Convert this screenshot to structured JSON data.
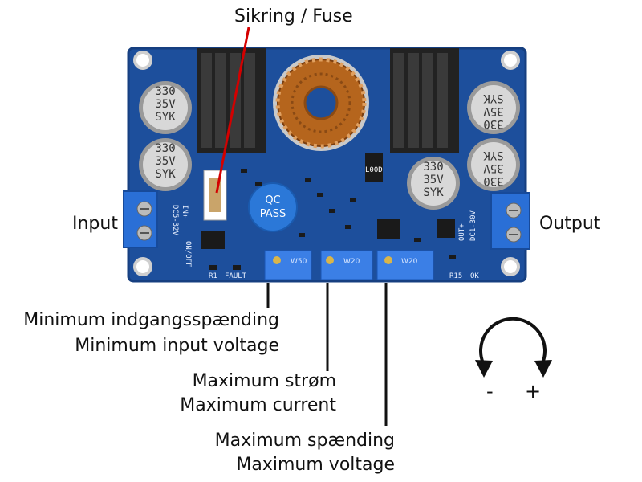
{
  "labels": {
    "fuse": "Sikring / Fuse",
    "input": "Input",
    "output": "Output",
    "min_input_voltage_da": "Minimum indgangsspænding",
    "min_input_voltage_en": "Minimum input voltage",
    "max_current_da": "Maximum strøm",
    "max_current_en": "Maximum current",
    "max_voltage_da": "Maximum spænding",
    "max_voltage_en": "Maximum voltage",
    "minus": "-",
    "plus": "+"
  },
  "board": {
    "capacitor_text": [
      "330",
      "35V",
      "SYK"
    ],
    "qc_sticker": [
      "QC",
      "PASS"
    ],
    "silkscreen": {
      "in_label": "IN+",
      "in_range": "DC5-32V",
      "out_label": "OUT+",
      "out_range": "DC1-30V",
      "fault": "FAULT",
      "ok": "OK",
      "onoff": "ON/OFF",
      "r1": "R1",
      "r15": "R15",
      "l00d": "L00D"
    },
    "pot_labels": [
      "W50",
      "W20",
      "W20"
    ]
  },
  "colors": {
    "pcb": "#1d4f9c",
    "pcb_dark": "#163f80",
    "heatsink": "#2a2a2a",
    "copper": "#b5651d",
    "terminal": "#2a6fd6",
    "pointer": "#d40000"
  }
}
